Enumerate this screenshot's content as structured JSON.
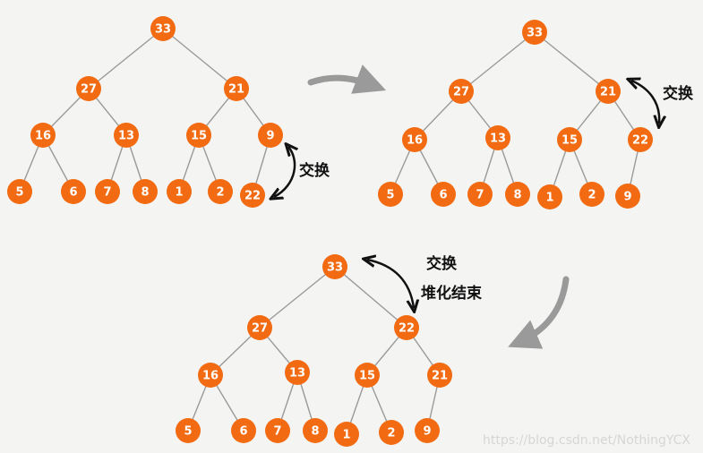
{
  "colors": {
    "node": "#f26b12",
    "node_text": "#ffffff",
    "edge": "#9a9a9a",
    "step_arrow": "#9a9a9a",
    "swap_arrow": "#111111",
    "background": "#f4f4f2",
    "watermark": "#d6d6d6"
  },
  "trees": [
    {
      "id": "step1",
      "values": [
        "33",
        "27",
        "21",
        "16",
        "13",
        "15",
        "9",
        "5",
        "6",
        "7",
        "8",
        "1",
        "2",
        "22"
      ]
    },
    {
      "id": "step2",
      "values": [
        "33",
        "27",
        "21",
        "16",
        "13",
        "15",
        "22",
        "5",
        "6",
        "7",
        "8",
        "1",
        "2",
        "9"
      ]
    },
    {
      "id": "step3",
      "values": [
        "33",
        "27",
        "22",
        "16",
        "13",
        "15",
        "21",
        "5",
        "6",
        "7",
        "8",
        "1",
        "2",
        "9"
      ]
    }
  ],
  "annotations": {
    "swap_step1": "交换",
    "swap_step2": "交换",
    "swap_step3_line1": "交换",
    "swap_step3_line2": "堆化结束"
  },
  "watermark": "https://blog.csdn.net/NothingYCX"
}
